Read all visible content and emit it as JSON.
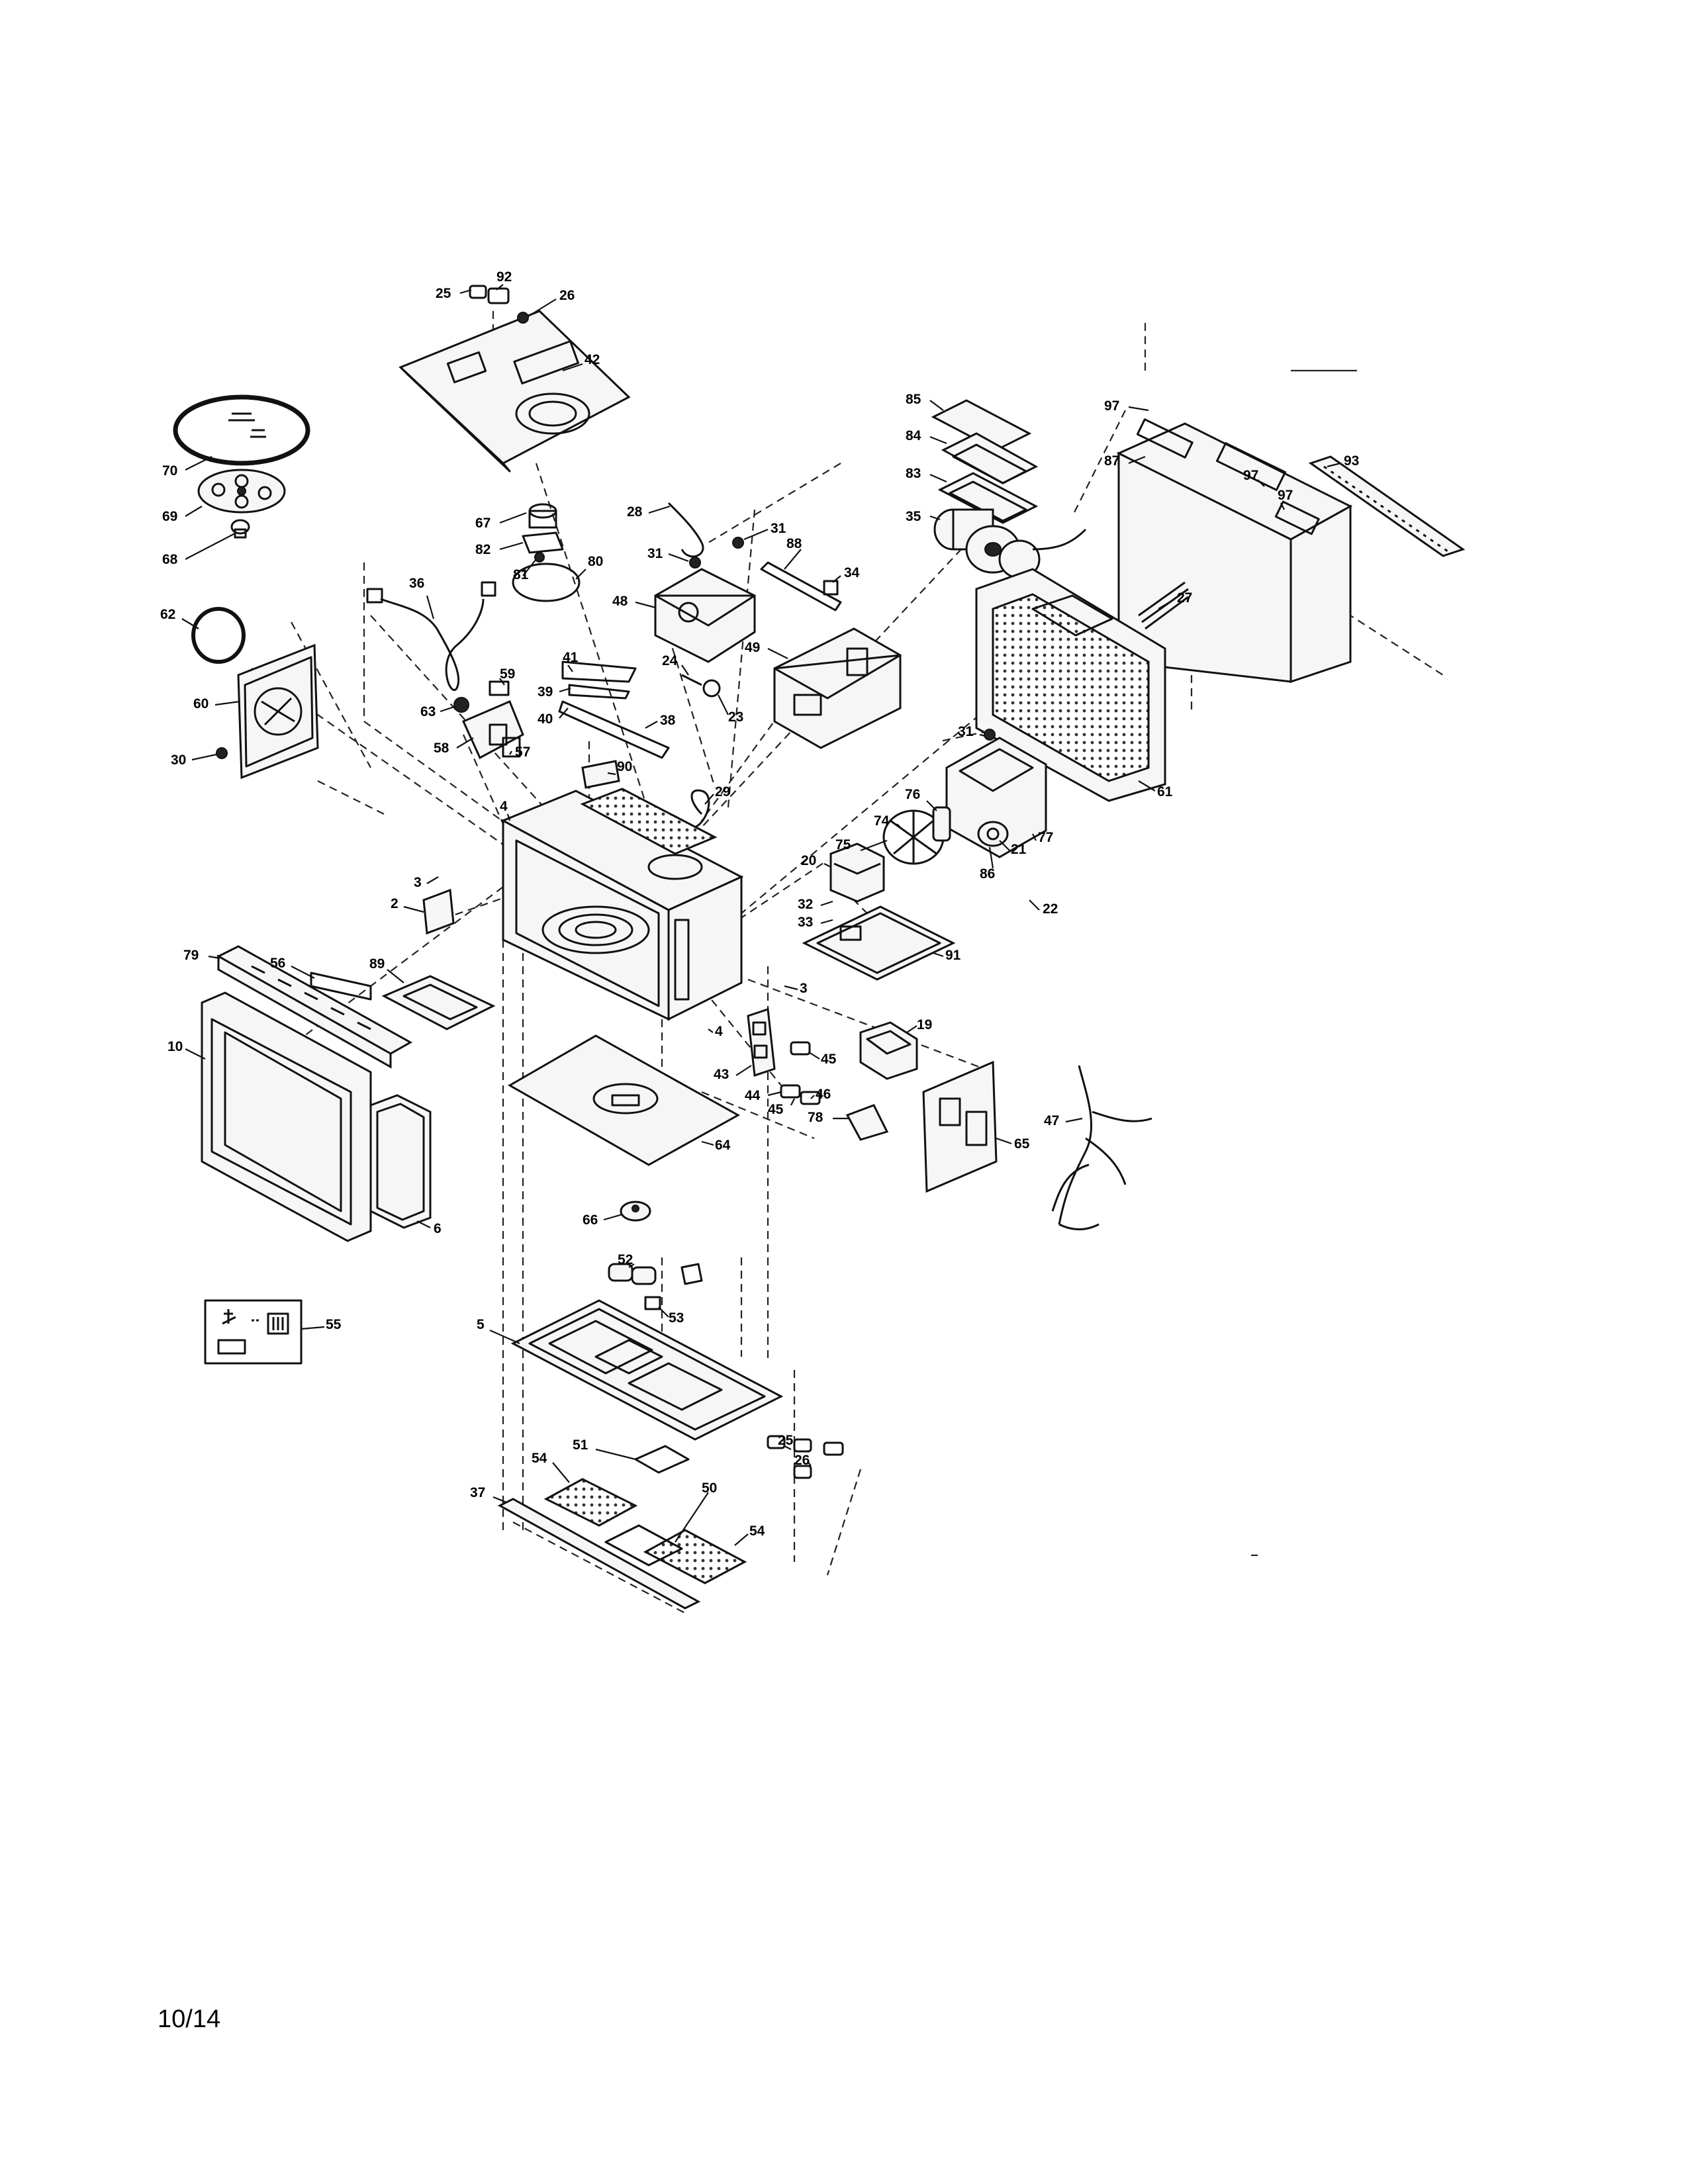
{
  "page_number": "10/14",
  "callouts": [
    {
      "id": "c25a",
      "label": "25"
    },
    {
      "id": "c92",
      "label": "92"
    },
    {
      "id": "c26a",
      "label": "26"
    },
    {
      "id": "c42",
      "label": "42"
    },
    {
      "id": "c70",
      "label": "70"
    },
    {
      "id": "c69",
      "label": "69"
    },
    {
      "id": "c68",
      "label": "68"
    },
    {
      "id": "c67",
      "label": "67"
    },
    {
      "id": "c82",
      "label": "82"
    },
    {
      "id": "c81",
      "label": "81"
    },
    {
      "id": "c80",
      "label": "80"
    },
    {
      "id": "c36",
      "label": "36"
    },
    {
      "id": "c62",
      "label": "62"
    },
    {
      "id": "c60",
      "label": "60"
    },
    {
      "id": "c30",
      "label": "30"
    },
    {
      "id": "c63",
      "label": "63"
    },
    {
      "id": "c59",
      "label": "59"
    },
    {
      "id": "c58",
      "label": "58"
    },
    {
      "id": "c57",
      "label": "57"
    },
    {
      "id": "c41",
      "label": "41"
    },
    {
      "id": "c39",
      "label": "39"
    },
    {
      "id": "c40",
      "label": "40"
    },
    {
      "id": "c38",
      "label": "38"
    },
    {
      "id": "c90",
      "label": "90"
    },
    {
      "id": "c28",
      "label": "28"
    },
    {
      "id": "c31a",
      "label": "31"
    },
    {
      "id": "c31b",
      "label": "31"
    },
    {
      "id": "c88",
      "label": "88"
    },
    {
      "id": "c34",
      "label": "34"
    },
    {
      "id": "c48",
      "label": "48"
    },
    {
      "id": "c24",
      "label": "24"
    },
    {
      "id": "c23",
      "label": "23"
    },
    {
      "id": "c49",
      "label": "49"
    },
    {
      "id": "c85",
      "label": "85"
    },
    {
      "id": "c84",
      "label": "84"
    },
    {
      "id": "c83",
      "label": "83"
    },
    {
      "id": "c35",
      "label": "35"
    },
    {
      "id": "c97a",
      "label": "97"
    },
    {
      "id": "c87",
      "label": "87"
    },
    {
      "id": "c97b",
      "label": "97"
    },
    {
      "id": "c97c",
      "label": "97"
    },
    {
      "id": "c93",
      "label": "93"
    },
    {
      "id": "c27",
      "label": "27"
    },
    {
      "id": "c61",
      "label": "61"
    },
    {
      "id": "c31c",
      "label": "31"
    },
    {
      "id": "c76",
      "label": "76"
    },
    {
      "id": "c74",
      "label": "74"
    },
    {
      "id": "c75",
      "label": "75"
    },
    {
      "id": "c20",
      "label": "20"
    },
    {
      "id": "c21",
      "label": "21"
    },
    {
      "id": "c77",
      "label": "77"
    },
    {
      "id": "c86",
      "label": "86"
    },
    {
      "id": "c22",
      "label": "22"
    },
    {
      "id": "c32",
      "label": "32"
    },
    {
      "id": "c33",
      "label": "33"
    },
    {
      "id": "c91",
      "label": "91"
    },
    {
      "id": "c29",
      "label": "29"
    },
    {
      "id": "c4a",
      "label": "4"
    },
    {
      "id": "c3a",
      "label": "3"
    },
    {
      "id": "c2",
      "label": "2"
    },
    {
      "id": "c79",
      "label": "79"
    },
    {
      "id": "c56",
      "label": "56"
    },
    {
      "id": "c89",
      "label": "89"
    },
    {
      "id": "c3b",
      "label": "3"
    },
    {
      "id": "c10",
      "label": "10"
    },
    {
      "id": "c4b",
      "label": "4"
    },
    {
      "id": "c43",
      "label": "43"
    },
    {
      "id": "c45a",
      "label": "45"
    },
    {
      "id": "c44",
      "label": "44"
    },
    {
      "id": "c45b",
      "label": "45"
    },
    {
      "id": "c46",
      "label": "46"
    },
    {
      "id": "c78",
      "label": "78"
    },
    {
      "id": "c19",
      "label": "19"
    },
    {
      "id": "c65",
      "label": "65"
    },
    {
      "id": "c47",
      "label": "47"
    },
    {
      "id": "c64",
      "label": "64"
    },
    {
      "id": "c6",
      "label": "6"
    },
    {
      "id": "c66",
      "label": "66"
    },
    {
      "id": "c55",
      "label": "55"
    },
    {
      "id": "c52",
      "label": "52"
    },
    {
      "id": "c53",
      "label": "53"
    },
    {
      "id": "c5",
      "label": "5"
    },
    {
      "id": "c51",
      "label": "51"
    },
    {
      "id": "c25b",
      "label": "25"
    },
    {
      "id": "c26b",
      "label": "26"
    },
    {
      "id": "c54a",
      "label": "54"
    },
    {
      "id": "c37",
      "label": "37"
    },
    {
      "id": "c50",
      "label": "50"
    },
    {
      "id": "c54b",
      "label": "54"
    }
  ]
}
